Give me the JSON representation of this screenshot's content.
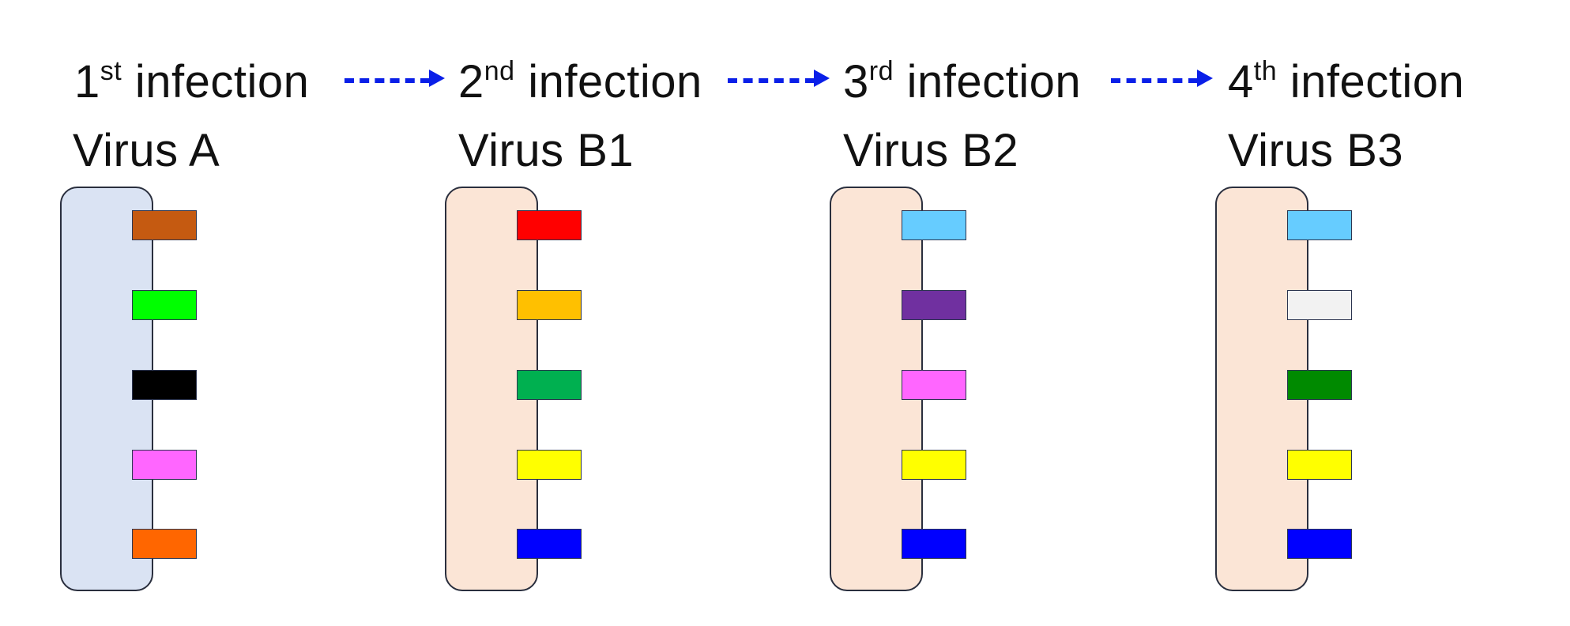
{
  "infections": [
    {
      "order_number": "1",
      "order_suffix": "st",
      "order_word": " infection",
      "virus_name": "Virus A",
      "body_color": "#dae3f3",
      "segments": [
        "#c55a11",
        "#00ff00",
        "#000000",
        "#ff66ff",
        "#ff6600"
      ]
    },
    {
      "order_number": "2",
      "order_suffix": "nd",
      "order_word": " infection",
      "virus_name": "Virus B1",
      "body_color": "#fbe5d6",
      "segments": [
        "#ff0000",
        "#ffc000",
        "#00b050",
        "#ffff00",
        "#0000ff"
      ]
    },
    {
      "order_number": "3",
      "order_suffix": "rd",
      "order_word": " infection",
      "virus_name": "Virus B2",
      "body_color": "#fbe5d6",
      "segments": [
        "#66ccff",
        "#7030a0",
        "#ff66ff",
        "#ffff00",
        "#0000ff"
      ]
    },
    {
      "order_number": "4",
      "order_suffix": "th",
      "order_word": " infection",
      "virus_name": "Virus B3",
      "body_color": "#fbe5d6",
      "segments": [
        "#66ccff",
        "#f2f2f2",
        "#008a00",
        "#ffff00",
        "#0000ff"
      ]
    }
  ],
  "arrow_color": "#0a1fe8"
}
